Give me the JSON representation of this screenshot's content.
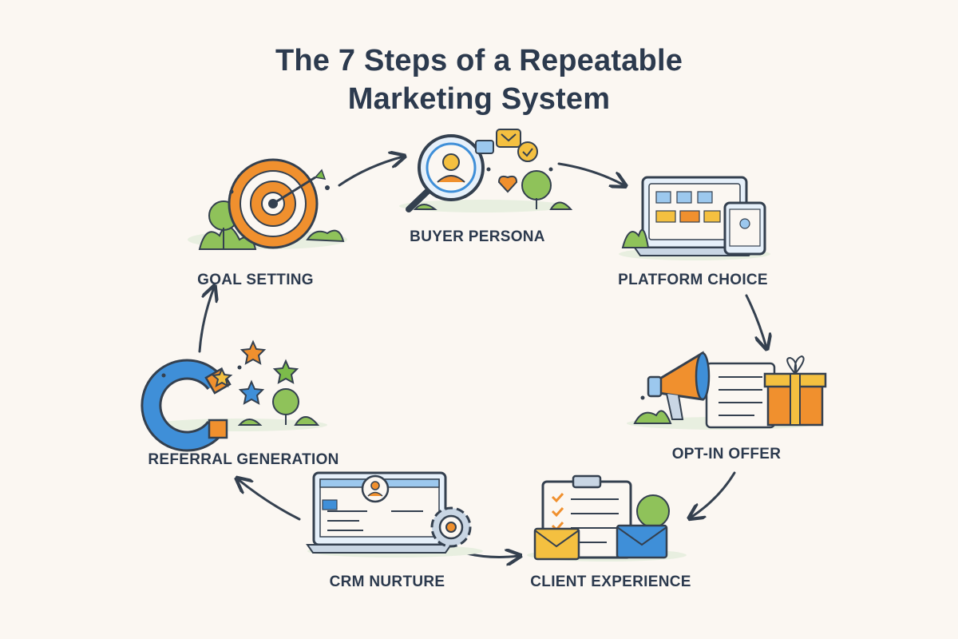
{
  "title": {
    "line1": "The 7 Steps of a Repeatable",
    "line2": "Marketing System"
  },
  "steps": [
    {
      "label": "GOAL SETTING",
      "icon": "target-icon"
    },
    {
      "label": "BUYER PERSONA",
      "icon": "magnifier-person-icon"
    },
    {
      "label": "PLATFORM CHOICE",
      "icon": "devices-icon"
    },
    {
      "label": "OPT-IN OFFER",
      "icon": "megaphone-gift-icon"
    },
    {
      "label": "CLIENT EXPERIENCE",
      "icon": "clipboard-mail-icon"
    },
    {
      "label": "CRM NURTURE",
      "icon": "crm-monitor-icon"
    },
    {
      "label": "REFERRAL GENERATION",
      "icon": "magnet-stars-icon"
    }
  ],
  "colors": {
    "title": "#2c3a4e",
    "background": "#fbf7f2",
    "orange": "#f0902e",
    "blue": "#3f8fd8",
    "green": "#7cbc4a",
    "yellow": "#f4c040",
    "outline": "#34404f"
  }
}
